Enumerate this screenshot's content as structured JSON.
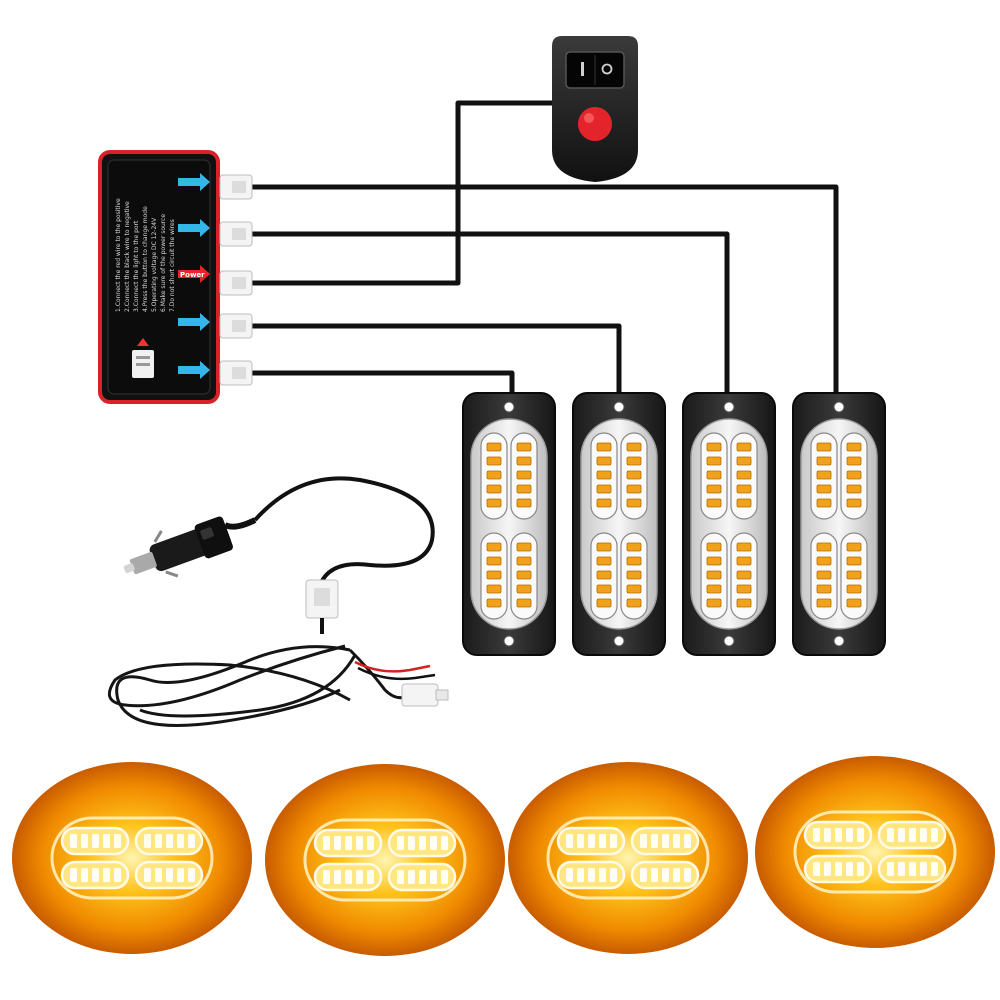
{
  "image": {
    "subject": "LED strobe warning light kit product photo",
    "background_color": "#ffffff"
  },
  "controller": {
    "power_tag": "Power",
    "print_lines": [
      "1.Connect the red wire to the positive",
      "2.Connect the black wire to negative",
      "3.Connect the light to the port",
      "4.Press the button to change mode",
      "5.Operating voltage DC 12-24V",
      "6.Make sure of the power source",
      "7.Do not short circuit the wires"
    ],
    "port_arrow_color": "#35b6e8",
    "power_arrow_color": "#e8232a",
    "frame_color": "#d8222a"
  },
  "switch": {
    "button_color": "#e3242b",
    "icon": "rocker-switch-icon"
  },
  "light_heads": {
    "count": 4,
    "led_color": "#f0a21c"
  },
  "glow_lights": {
    "count": 4,
    "glow_color": "#f39c12"
  },
  "accessories": {
    "cigarette_plug": "cigarette-lighter-plug-icon",
    "power_cable": "power-cable-icon",
    "wire_colors": [
      "#d62020",
      "#111111"
    ]
  }
}
